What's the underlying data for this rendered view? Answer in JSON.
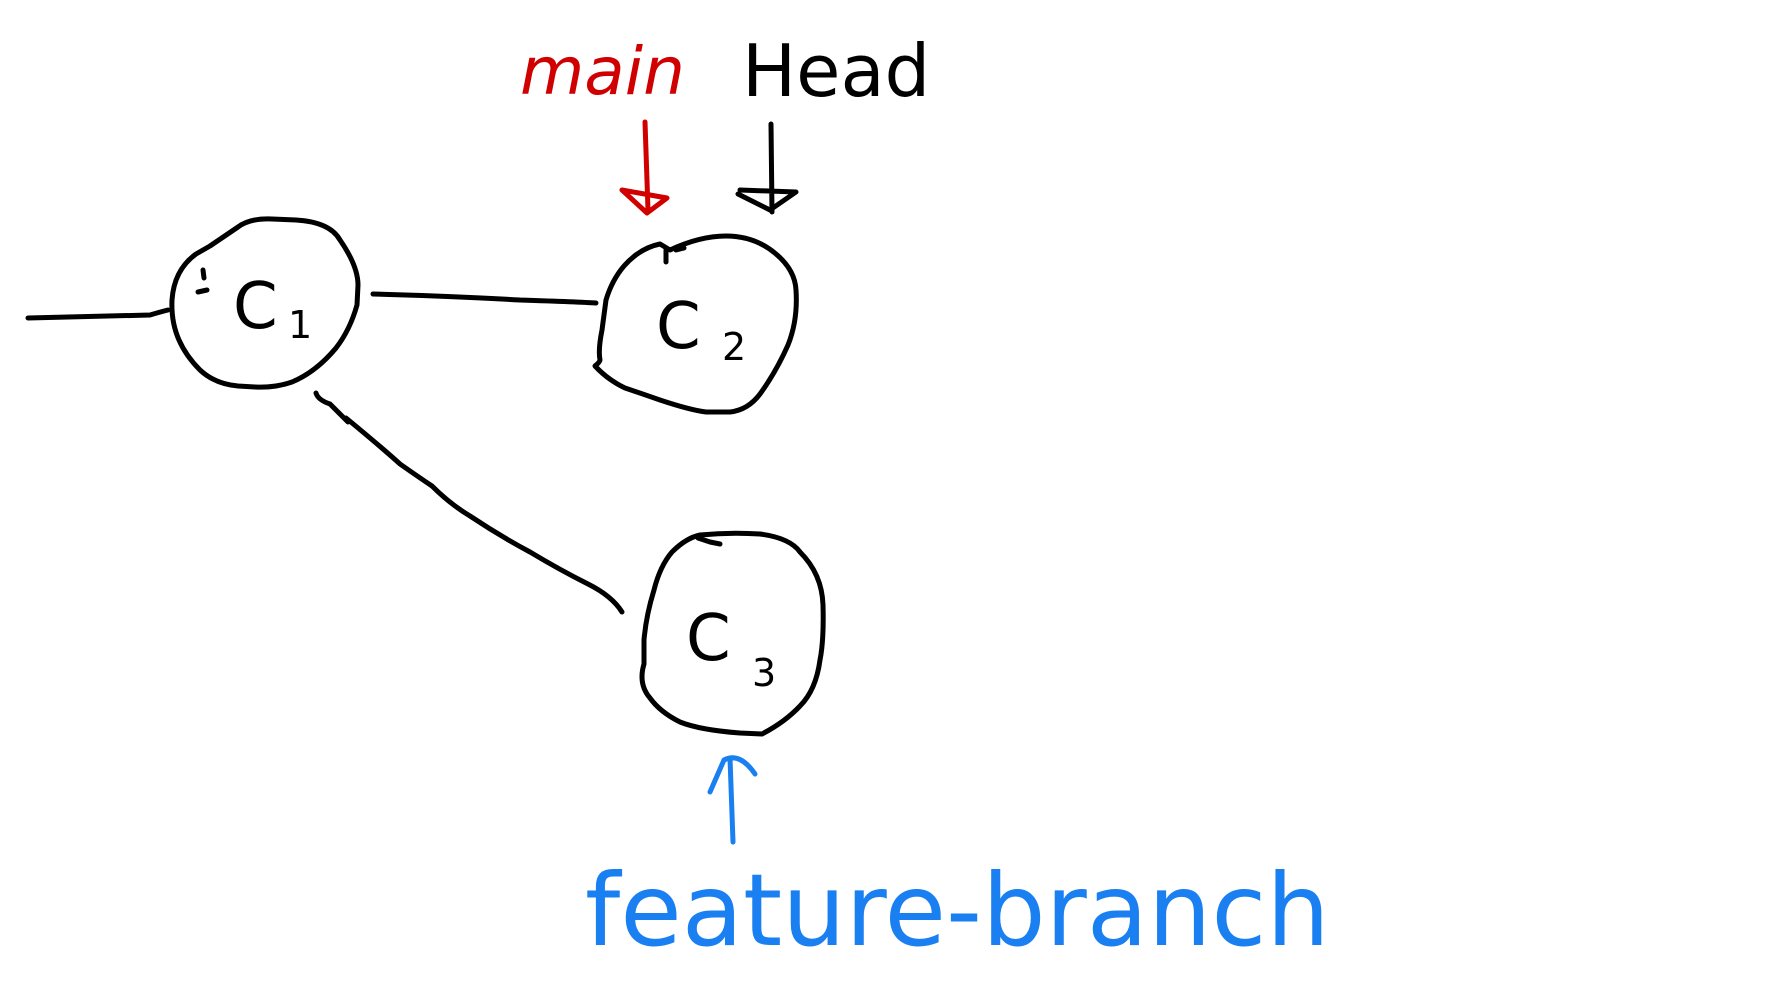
{
  "colors": {
    "ink": "#000000",
    "main": "#d00000",
    "feature": "#1a7ff0",
    "background": "#ffffff"
  },
  "commits": [
    {
      "id": "c1",
      "label": "C",
      "subscript": "1"
    },
    {
      "id": "c2",
      "label": "C",
      "subscript": "2"
    },
    {
      "id": "c3",
      "label": "C",
      "subscript": "3"
    }
  ],
  "pointers": {
    "main": {
      "label": "main",
      "target": "c2"
    },
    "head": {
      "label": "Head",
      "target": "c2"
    },
    "feature": {
      "label": "feature-branch",
      "target": "c3"
    }
  }
}
